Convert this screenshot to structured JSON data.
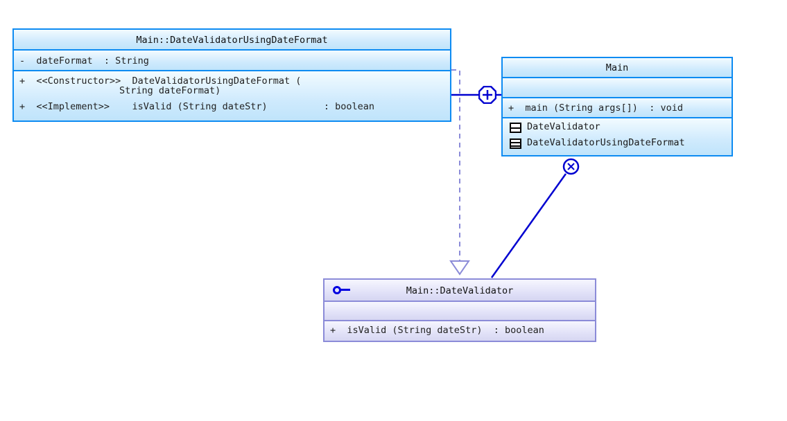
{
  "diagram": {
    "type": "uml-class-diagram",
    "background_color": "#ffffff",
    "classes": [
      {
        "id": "date-validator-using-date-format",
        "title": "Main::DateValidatorUsingDateFormat",
        "stereotype_icon": "class-icon",
        "border_color": "#0d8bf2",
        "fill_color": "#c4e6fb",
        "attributes": [
          {
            "visibility": "-",
            "text": "-  dateFormat  : String"
          }
        ],
        "operations": [
          {
            "visibility": "+",
            "text": "+  <<Constructor>>  DateValidatorUsingDateFormat ("
          },
          {
            "visibility": "",
            "text": "String dateFormat)"
          },
          {
            "visibility": "+",
            "text": "+  <<Implement>>    isValid (String dateStr)          : boolean"
          }
        ]
      },
      {
        "id": "main",
        "title": "Main",
        "stereotype_icon": "class-icon",
        "border_color": "#0d8bf2",
        "fill_color": "#c4e6fb",
        "attributes": [],
        "operations": [
          {
            "visibility": "+",
            "text": "+  main (String args[])  : void"
          }
        ],
        "inner_types": [
          {
            "name": "DateValidator",
            "icon": "interface-grid-icon"
          },
          {
            "name": "DateValidatorUsingDateFormat",
            "icon": "class-grid-icon"
          }
        ]
      },
      {
        "id": "date-validator",
        "title": "Main::DateValidator",
        "stereotype_icon": "interface-lollipop-icon",
        "border_color": "#8b8bd8",
        "fill_color": "#dcdcf6",
        "attributes": [],
        "operations": [
          {
            "visibility": "+",
            "text": "+  isValid (String dateStr)  : boolean"
          }
        ]
      }
    ],
    "connectors": [
      {
        "id": "realization",
        "name": "realization-connector",
        "style": "dashed",
        "color": "#8b8bd8",
        "arrowhead": "hollow-triangle",
        "from": "date-validator-using-date-format",
        "to": "date-validator"
      },
      {
        "id": "nesting",
        "name": "nesting-connector",
        "style": "solid",
        "color": "#0000d0",
        "badge": "plus-octagon",
        "from": "date-validator-using-date-format",
        "to": "main"
      },
      {
        "id": "usage",
        "name": "usage-connector",
        "style": "solid",
        "color": "#0000d0",
        "badge": "x-circle",
        "from": "main",
        "to": "date-validator"
      }
    ]
  }
}
